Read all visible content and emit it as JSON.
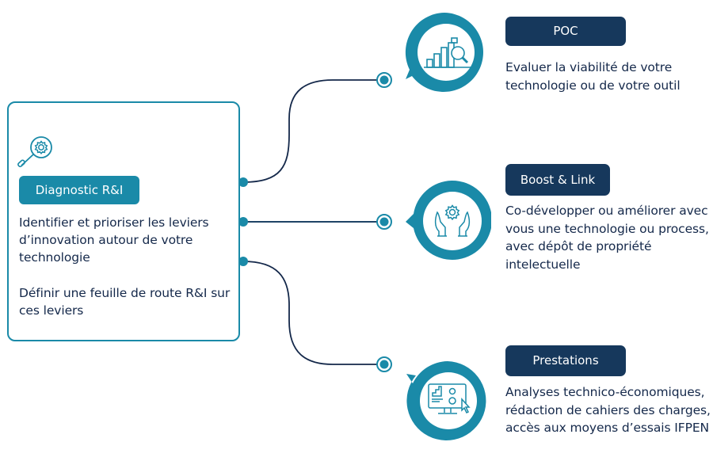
{
  "colors": {
    "teal": "#1a8aa8",
    "navy": "#16385c",
    "text": "#14284a",
    "line": "#14284a"
  },
  "main": {
    "icon": "magnifier-gear-icon",
    "tag": "Diagnostic R&I",
    "text1": "Identifier et prioriser les leviers d’innovation autour de votre technologie",
    "text2": "Définir une feuille de route R&I sur ces leviers"
  },
  "branches": [
    {
      "icon": "bar-chart-magnifier-icon",
      "tag": "POC",
      "description": "Evaluer la viabilité de votre technologie ou de votre outil"
    },
    {
      "icon": "hands-gear-icon",
      "tag": "Boost & Link",
      "description": "Co-développer ou améliorer avec vous une technologie ou process, avec dépôt de propriété intelectuelle"
    },
    {
      "icon": "monitor-dashboard-cursor-icon",
      "tag": "Prestations",
      "description": "Analyses technico-économiques, rédaction de cahiers des charges, accès aux moyens d’essais IFPEN"
    }
  ]
}
